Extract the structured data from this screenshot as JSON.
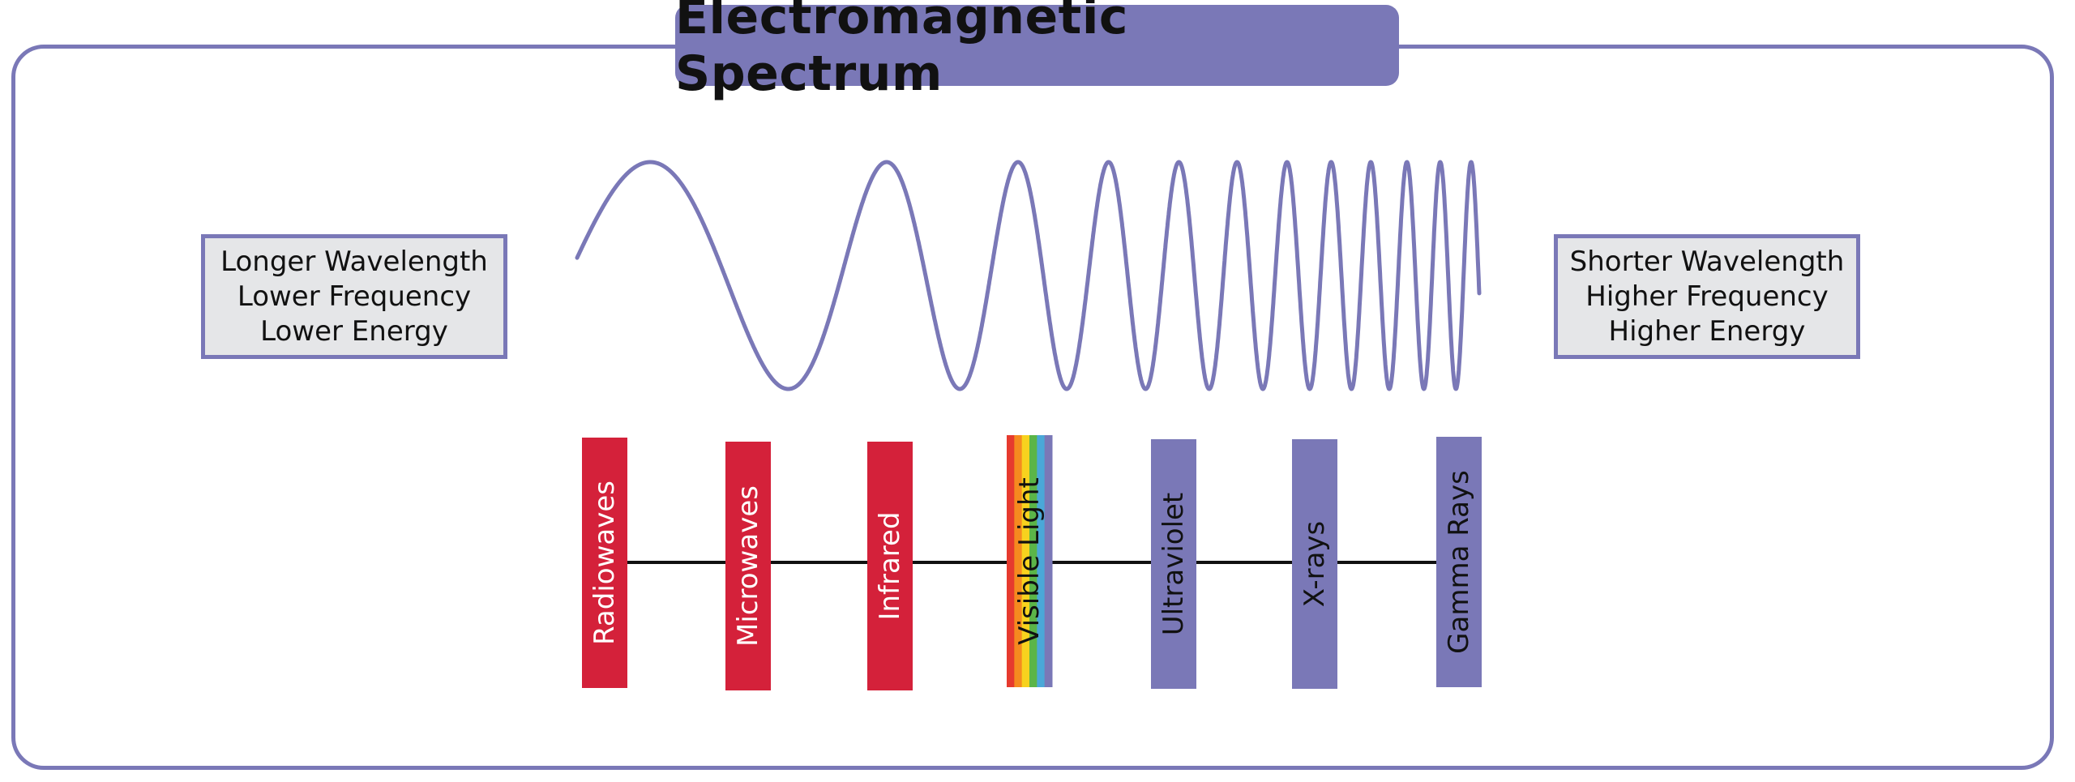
{
  "title": "Electromagnetic Spectrum",
  "left_box": {
    "lines": [
      "Longer Wavelength",
      "Lower Frequency",
      "Lower Energy"
    ]
  },
  "right_box": {
    "lines": [
      "Shorter Wavelength",
      "Higher Frequency",
      "Higher Energy"
    ]
  },
  "bands": [
    {
      "label": "Radiowaves",
      "color": "#d4213a",
      "text_color": "#ffffff"
    },
    {
      "label": "Microwaves",
      "color": "#d4213a",
      "text_color": "#ffffff"
    },
    {
      "label": "Infrared",
      "color": "#d4213a",
      "text_color": "#ffffff"
    },
    {
      "label": "Visible Light",
      "color": "rainbow",
      "text_color": "#111111"
    },
    {
      "label": "Ultraviolet",
      "color": "#7a78b7",
      "text_color": "#111111"
    },
    {
      "label": "X-rays",
      "color": "#7a78b7",
      "text_color": "#111111"
    },
    {
      "label": "Gamma Rays",
      "color": "#7a78b7",
      "text_color": "#111111"
    }
  ],
  "colors": {
    "accent": "#7a78b7",
    "red": "#d4213a",
    "box_fill": "#e5e6e8",
    "line": "#111111",
    "rainbow": [
      "#e63a2e",
      "#f58a1f",
      "#f7d21e",
      "#5bb548",
      "#4aa8d8",
      "#7a78b7"
    ]
  }
}
